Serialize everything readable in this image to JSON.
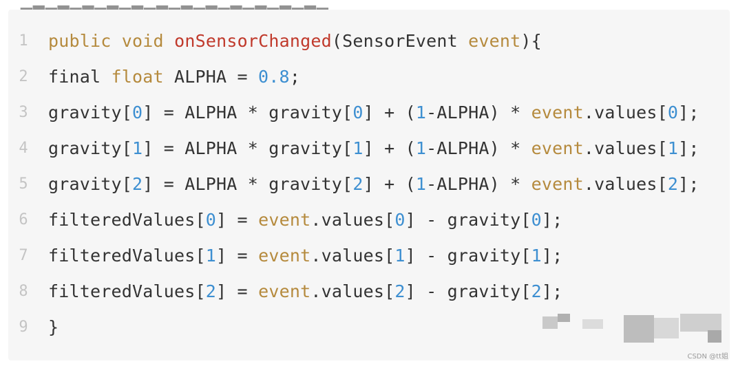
{
  "watermark": "CSDN @tt姐",
  "colors": {
    "background": "#f6f6f6",
    "plain": "#333333",
    "keyword": "#b58a3d",
    "function": "#c0392b",
    "number": "#3d8fd1",
    "line_number": "#c4c4c4"
  },
  "lines": [
    {
      "n": "1",
      "tokens": [
        [
          "kw",
          "public"
        ],
        [
          "t",
          " "
        ],
        [
          "kw",
          "void"
        ],
        [
          "t",
          " "
        ],
        [
          "fn",
          "onSensorChanged"
        ],
        [
          "t",
          "(SensorEvent "
        ],
        [
          "kw",
          "event"
        ],
        [
          "t",
          "){"
        ]
      ]
    },
    {
      "n": "2",
      "tokens": [
        [
          "t",
          "final "
        ],
        [
          "kw",
          "float"
        ],
        [
          "t",
          " ALPHA = "
        ],
        [
          "num",
          "0.8"
        ],
        [
          "t",
          ";"
        ]
      ]
    },
    {
      "n": "3",
      "tokens": [
        [
          "t",
          "gravity["
        ],
        [
          "num",
          "0"
        ],
        [
          "t",
          "] = ALPHA * gravity["
        ],
        [
          "num",
          "0"
        ],
        [
          "t",
          "] + ("
        ],
        [
          "num",
          "1"
        ],
        [
          "t",
          "-ALPHA) * "
        ],
        [
          "kw",
          "event"
        ],
        [
          "t",
          ".values["
        ],
        [
          "num",
          "0"
        ],
        [
          "t",
          "];"
        ]
      ]
    },
    {
      "n": "4",
      "tokens": [
        [
          "t",
          "gravity["
        ],
        [
          "num",
          "1"
        ],
        [
          "t",
          "] = ALPHA * gravity["
        ],
        [
          "num",
          "1"
        ],
        [
          "t",
          "] + ("
        ],
        [
          "num",
          "1"
        ],
        [
          "t",
          "-ALPHA) * "
        ],
        [
          "kw",
          "event"
        ],
        [
          "t",
          ".values["
        ],
        [
          "num",
          "1"
        ],
        [
          "t",
          "];"
        ]
      ]
    },
    {
      "n": "5",
      "tokens": [
        [
          "t",
          "gravity["
        ],
        [
          "num",
          "2"
        ],
        [
          "t",
          "] = ALPHA * gravity["
        ],
        [
          "num",
          "2"
        ],
        [
          "t",
          "] + ("
        ],
        [
          "num",
          "1"
        ],
        [
          "t",
          "-ALPHA) * "
        ],
        [
          "kw",
          "event"
        ],
        [
          "t",
          ".values["
        ],
        [
          "num",
          "2"
        ],
        [
          "t",
          "];"
        ]
      ]
    },
    {
      "n": "6",
      "tokens": [
        [
          "t",
          "filteredValues["
        ],
        [
          "num",
          "0"
        ],
        [
          "t",
          "] = "
        ],
        [
          "kw",
          "event"
        ],
        [
          "t",
          ".values["
        ],
        [
          "num",
          "0"
        ],
        [
          "t",
          "] - gravity["
        ],
        [
          "num",
          "0"
        ],
        [
          "t",
          "];"
        ]
      ]
    },
    {
      "n": "7",
      "tokens": [
        [
          "t",
          "filteredValues["
        ],
        [
          "num",
          "1"
        ],
        [
          "t",
          "] = "
        ],
        [
          "kw",
          "event"
        ],
        [
          "t",
          ".values["
        ],
        [
          "num",
          "1"
        ],
        [
          "t",
          "] - gravity["
        ],
        [
          "num",
          "1"
        ],
        [
          "t",
          "];"
        ]
      ]
    },
    {
      "n": "8",
      "tokens": [
        [
          "t",
          "filteredValues["
        ],
        [
          "num",
          "2"
        ],
        [
          "t",
          "] = "
        ],
        [
          "kw",
          "event"
        ],
        [
          "t",
          ".values["
        ],
        [
          "num",
          "2"
        ],
        [
          "t",
          "] - gravity["
        ],
        [
          "num",
          "2"
        ],
        [
          "t",
          "];"
        ]
      ]
    },
    {
      "n": "9",
      "tokens": [
        [
          "t",
          "}"
        ]
      ]
    }
  ]
}
